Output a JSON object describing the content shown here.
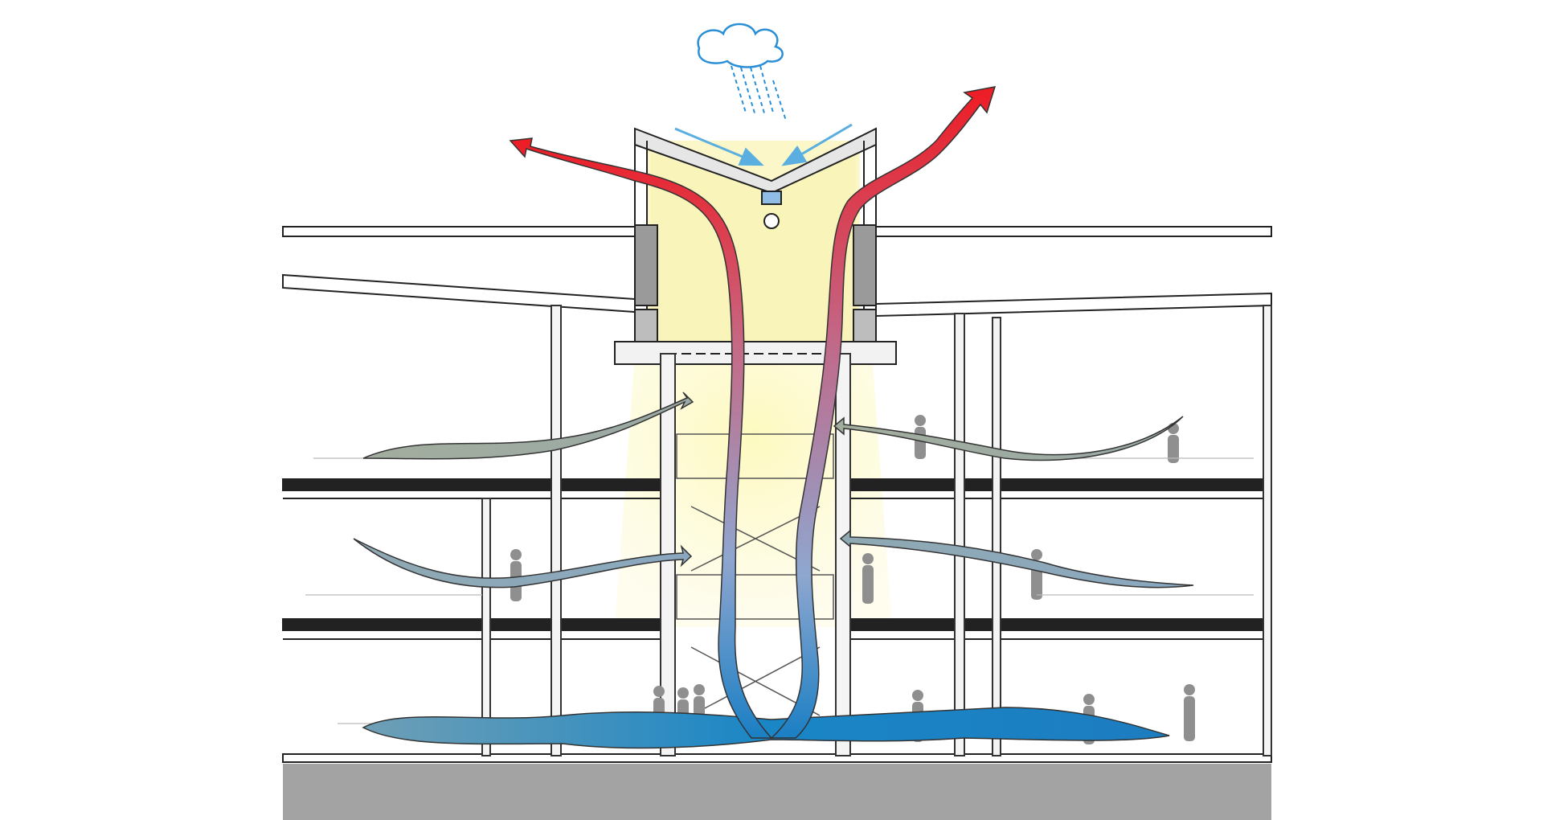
{
  "diagram": {
    "type": "building-section-natural-ventilation",
    "floors": 3,
    "elements": {
      "rain_cloud": "cloud-rain-icon",
      "atrium": "atrium-chimney",
      "hot_air": "exhaust-air-arrow",
      "cool_air": "fresh-air-flow",
      "occupants": "person-silhouette-icon"
    },
    "colors": {
      "hot_air": "#ee1c24",
      "warm_air": "#c56a86",
      "cool_air": "#1a7fc4",
      "return_air": "#9aa79a",
      "atrium_glow": "#fbf7c8",
      "ground": "#a3a3a3",
      "line": "#222222",
      "person": "#8f8f8f",
      "rain": "#2b8fd6",
      "sky_light_arrow": "#5aaee0"
    }
  }
}
